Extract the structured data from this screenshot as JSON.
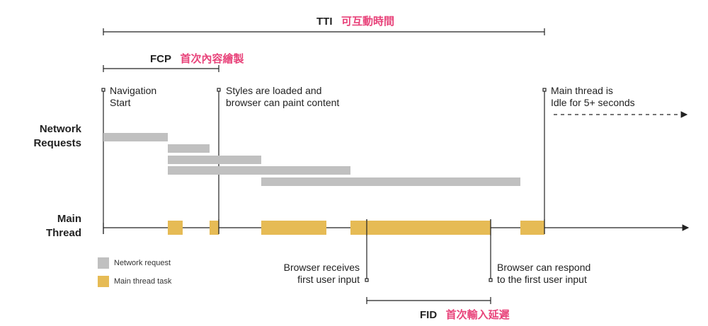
{
  "colors": {
    "network": "#c0c0c0",
    "task": "#e6bb55",
    "accent": "#e8437a",
    "line": "#222222"
  },
  "tti": {
    "abbr": "TTI",
    "cjk": "可互動時間"
  },
  "fcp": {
    "abbr": "FCP",
    "cjk": "首次內容繪製"
  },
  "fid": {
    "abbr": "FID",
    "cjk": "首次輸入延遲"
  },
  "rows": {
    "network": [
      "Network",
      "Requests"
    ],
    "main": [
      "Main",
      "Thread"
    ]
  },
  "markers": {
    "navigation": [
      "Navigation",
      "Start"
    ],
    "styles": [
      "Styles are loaded and",
      "browser can paint content"
    ],
    "idle": [
      "Main thread is",
      "Idle for 5+ seconds"
    ],
    "receives": [
      "Browser receives",
      "first user input"
    ],
    "respond": [
      "Browser can respond",
      "to the first user input"
    ]
  },
  "legend": {
    "network": "Network request",
    "task": "Main thread task"
  }
}
